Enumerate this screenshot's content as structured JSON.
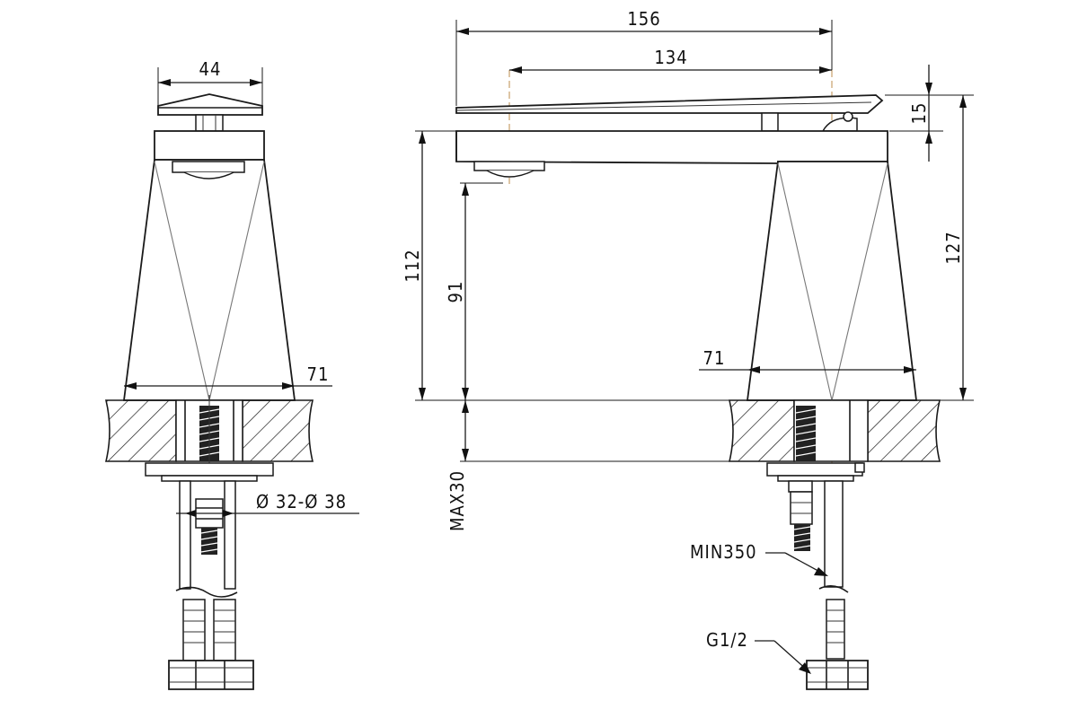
{
  "dimensions": {
    "spout_length": "156",
    "spout_reach": "134",
    "lever_height": "15",
    "body_height": "112",
    "outlet_clearance": "91",
    "total_height": "127",
    "base_width_side": "71",
    "base_width_front": "71",
    "lever_width": "44",
    "hole_diameter": "Ø 32-Ø 38",
    "max_deck": "MAX30",
    "hose_min_length": "MIN350",
    "thread_size": "G1/2"
  },
  "colors": {
    "line": "#1a1a1a",
    "centerline": "#c8a06a",
    "hatch": "#1a1a1a"
  }
}
